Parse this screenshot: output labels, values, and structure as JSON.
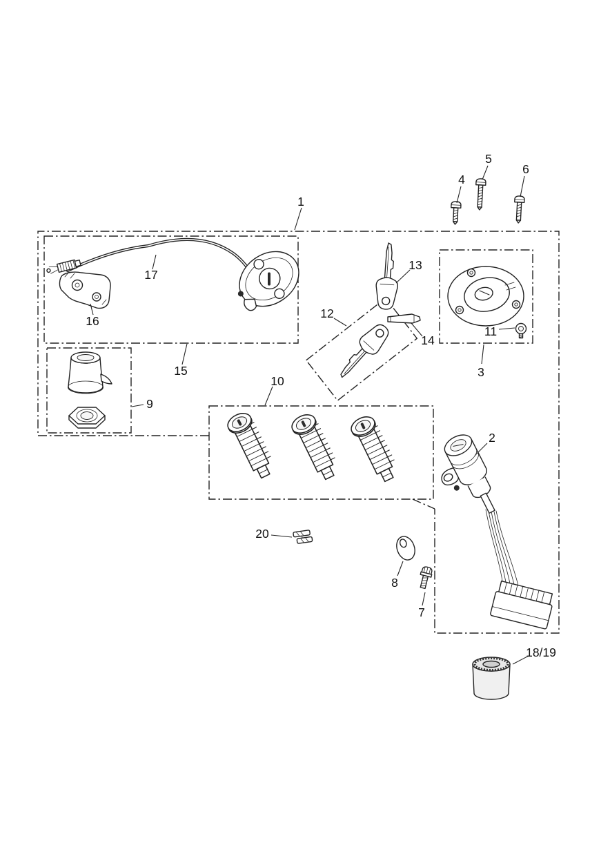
{
  "figure": {
    "background": "#ffffff",
    "line_color": "#222222"
  },
  "labels": {
    "p1": "1",
    "p2": "2",
    "p3": "3",
    "p4": "4",
    "p5": "5",
    "p6": "6",
    "p7": "7",
    "p8": "8",
    "p9": "9",
    "p10": "10",
    "p11": "11",
    "p12": "12",
    "p13": "13",
    "p14": "14",
    "p15": "15",
    "p16": "16",
    "p17": "17",
    "p18_19": "18/19",
    "p20": "20"
  }
}
